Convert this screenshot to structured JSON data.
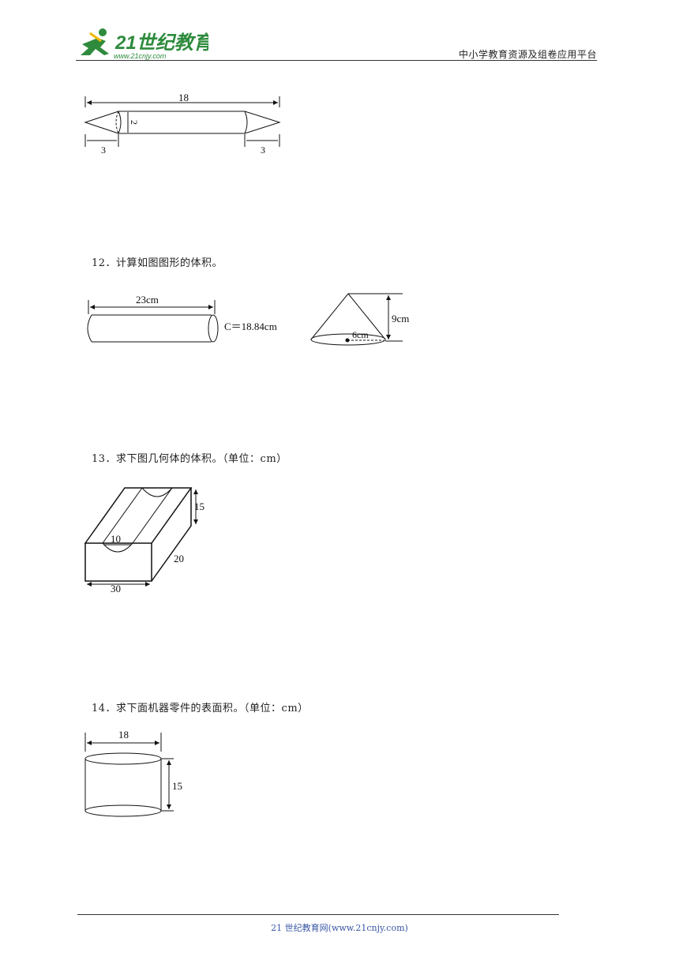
{
  "header": {
    "logo_text": "21世纪教育",
    "logo_url_text": "www.21cnjy.com",
    "right_text": "中小学教育资源及组卷应用平台"
  },
  "figure_pencil": {
    "total_length": "18",
    "diameter": "2",
    "left_tip": "3",
    "right_tip": "3"
  },
  "q12": {
    "text": "12．计算如图图形的体积。",
    "cylinder_length": "23cm",
    "circumference": "C＝18.84cm",
    "cone_height": "9cm",
    "cone_radius": "6cm"
  },
  "q13": {
    "text": "13．求下图几何体的体积。（单位：cm）",
    "height": "15",
    "groove_width": "10",
    "depth": "20",
    "width": "30"
  },
  "q14": {
    "text": "14．求下面机器零件的表面积。（单位：cm）",
    "diameter": "18",
    "height": "15"
  },
  "footer": {
    "text": "21 世纪教育网(www.21cnjy.com)"
  }
}
